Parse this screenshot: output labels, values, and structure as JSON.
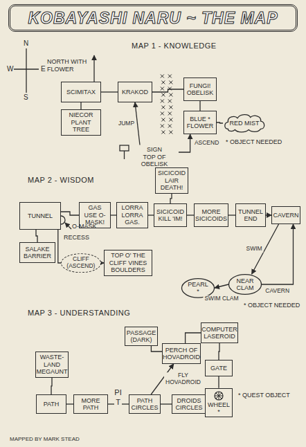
{
  "diagram": {
    "title": "KOBAYASHI NARU ~ THE MAP",
    "nodes": [
      {
        "text": [
          "SCIMITAX"
        ]
      },
      {
        "text": [
          "KRAKOD"
        ]
      },
      {
        "text": [
          "FUNGI! OBELISK"
        ]
      },
      {
        "text": [
          "NIECOR PLANT TREE"
        ]
      },
      {
        "text": [
          "BLUE * FLOWER"
        ]
      },
      {
        "text": [
          "RED MIST"
        ]
      },
      {
        "text": [
          "SIGN",
          "TOP OF OBELISK"
        ]
      },
      {
        "text": [
          "SICICOID LAIR DEATH!"
        ]
      },
      {
        "text": [
          "TUNNEL"
        ]
      },
      {
        "text": [
          "GAS USE O-MASK!"
        ]
      },
      {
        "text": [
          "LORRA LORRA GAS."
        ]
      },
      {
        "text": [
          "SICICOID KILL 'IM!"
        ]
      },
      {
        "text": [
          "MORE SICICOIDS"
        ]
      },
      {
        "text": [
          "TUNNEL END"
        ]
      },
      {
        "text": [
          "CAVERN"
        ]
      },
      {
        "text": [
          "SALAKE BARRIER"
        ]
      },
      {
        "text": [
          "TOP O' THE CLIFF VINES BOULDERS"
        ]
      },
      {
        "text": [
          "NEAR CLAM"
        ]
      },
      {
        "text": [
          "PEARL *"
        ]
      },
      {
        "text": [
          "COMPUTER LASEROID"
        ]
      },
      {
        "text": [
          "PASSAGE (DARK)"
        ]
      },
      {
        "text": [
          "PERCH OF HOVADROID"
        ]
      },
      {
        "text": [
          "GATE"
        ]
      },
      {
        "text": [
          "WASTE-LAND MEGAUNT"
        ]
      },
      {
        "text": [
          "PATH"
        ]
      },
      {
        "text": [
          "MORE PATH"
        ]
      },
      {
        "text": [
          "PATH CIRCLES"
        ]
      },
      {
        "text": [
          "DROIDS CIRCLES"
        ]
      },
      {
        "text": [
          "WHEEL *"
        ]
      }
    ],
    "edges": [
      {
        "from": 0,
        "to": 1,
        "arrow": "none"
      },
      {
        "from": 0,
        "to": 3,
        "arrow": "none"
      },
      {
        "from": 1,
        "to": 2,
        "arrow": "none"
      },
      {
        "from": 2,
        "to": 4,
        "arrow": "none"
      },
      {
        "from": 4,
        "to": 5,
        "arrow": "none"
      },
      {
        "from": 6,
        "to": 1,
        "label": "JUMP",
        "arrow": "to"
      },
      {
        "from": 6,
        "to": 4,
        "label": "ASCEND",
        "arrow": "to"
      },
      {
        "from": 8,
        "to": 9,
        "arrow": "none"
      },
      {
        "from": 9,
        "to": 10,
        "arrow": "none"
      },
      {
        "from": 10,
        "to": 11,
        "arrow": "none"
      },
      {
        "from": 11,
        "to": 7,
        "arrow": "none"
      },
      {
        "from": 11,
        "to": 12,
        "arrow": "none"
      },
      {
        "from": 12,
        "to": 13,
        "arrow": "none"
      },
      {
        "from": 13,
        "to": 14,
        "arrow": "to"
      },
      {
        "from": 8,
        "to": 15,
        "arrow": "none"
      },
      {
        "from": 8,
        "to": 16,
        "label": "CLIFF (ASCEND)",
        "arrow": "to"
      },
      {
        "from": 14,
        "to": 17,
        "label": "SWIM",
        "arrow": "to"
      },
      {
        "from": 17,
        "to": 14,
        "label": "CAVERN",
        "arrow": "to"
      },
      {
        "from": 17,
        "to": 18,
        "label": "SWIM CLAM",
        "arrow": "to"
      },
      {
        "from": 23,
        "to": 24,
        "arrow": "none"
      },
      {
        "from": 24,
        "to": 25,
        "arrow": "none"
      },
      {
        "from": 25,
        "to": 26,
        "arrow": "none"
      },
      {
        "from": 26,
        "to": 27,
        "arrow": "none"
      },
      {
        "from": 27,
        "to": 28,
        "arrow": "to"
      },
      {
        "from": 28,
        "to": 22,
        "arrow": "none"
      },
      {
        "from": 22,
        "to": 19,
        "arrow": "none"
      },
      {
        "from": 19,
        "to": 21,
        "arrow": "none"
      },
      {
        "from": 21,
        "to": 20,
        "arrow": "none"
      },
      {
        "from": 26,
        "to": 21,
        "label": "FLY HOVADROID",
        "arrow": "to"
      }
    ],
    "labels": [
      "N",
      "W",
      "E",
      "S",
      "MAP 1 - KNOWLEDGE",
      "NORTH WITH FLOWER",
      "* OBJECT NEEDED",
      "MAP 2 - WISDOM",
      "O-MASK",
      "RECESS",
      "* OBJECT NEEDED",
      "MAP 3 - UNDERSTANDING",
      "PIT",
      "* QUEST OBJECT",
      "MAPPED BY MARK STEAD"
    ]
  }
}
